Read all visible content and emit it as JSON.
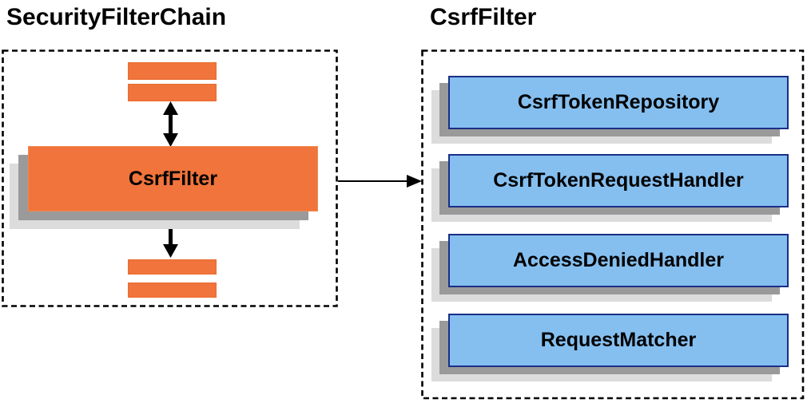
{
  "diagram": {
    "left_panel": {
      "title": "SecurityFilterChain",
      "node_label": "CsrfFilter"
    },
    "right_panel": {
      "title": "CsrfFilter",
      "components": [
        "CsrfTokenRepository",
        "CsrfTokenRequestHandler",
        "AccessDeniedHandler",
        "RequestMatcher"
      ]
    },
    "colors": {
      "node_orange": "#F0743B",
      "node_blue": "#85BFF0",
      "node_blue_border": "#1A2F85",
      "shadow_dark": "#9A9A9A",
      "shadow_light": "#DCDCDC",
      "dashed_border": "#000000",
      "arrow": "#000000"
    }
  }
}
